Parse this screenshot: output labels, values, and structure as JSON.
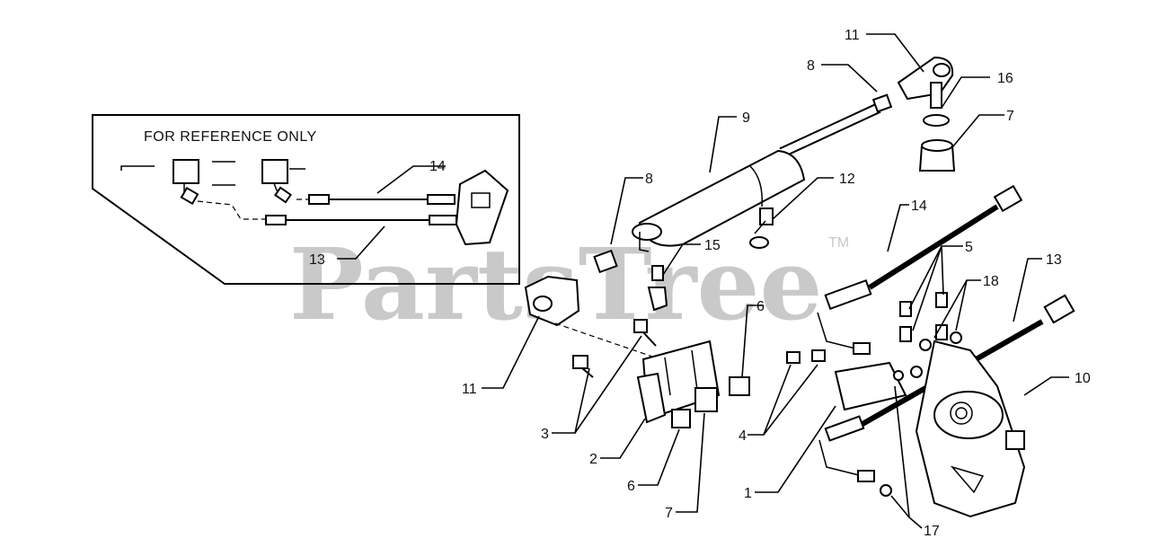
{
  "reference_box": {
    "title": "FOR REFERENCE ONLY",
    "callouts": [
      "14",
      "13"
    ]
  },
  "watermark": {
    "text": "PartsTree",
    "trademark": "TM"
  },
  "callouts": [
    {
      "id": "c11-top",
      "label": "11"
    },
    {
      "id": "c8-top",
      "label": "8"
    },
    {
      "id": "c16",
      "label": "16"
    },
    {
      "id": "c7-top",
      "label": "7"
    },
    {
      "id": "c9",
      "label": "9"
    },
    {
      "id": "c8-left",
      "label": "8"
    },
    {
      "id": "c12",
      "label": "12"
    },
    {
      "id": "c14",
      "label": "14"
    },
    {
      "id": "c5",
      "label": "5"
    },
    {
      "id": "c13",
      "label": "13"
    },
    {
      "id": "c18",
      "label": "18"
    },
    {
      "id": "c15",
      "label": "15"
    },
    {
      "id": "c6-right",
      "label": "6"
    },
    {
      "id": "c11-left",
      "label": "11"
    },
    {
      "id": "c10",
      "label": "10"
    },
    {
      "id": "c3",
      "label": "3"
    },
    {
      "id": "c4",
      "label": "4"
    },
    {
      "id": "c2",
      "label": "2"
    },
    {
      "id": "c6-bottom",
      "label": "6"
    },
    {
      "id": "c1",
      "label": "1"
    },
    {
      "id": "c7-bottom",
      "label": "7"
    },
    {
      "id": "c17",
      "label": "17"
    }
  ]
}
